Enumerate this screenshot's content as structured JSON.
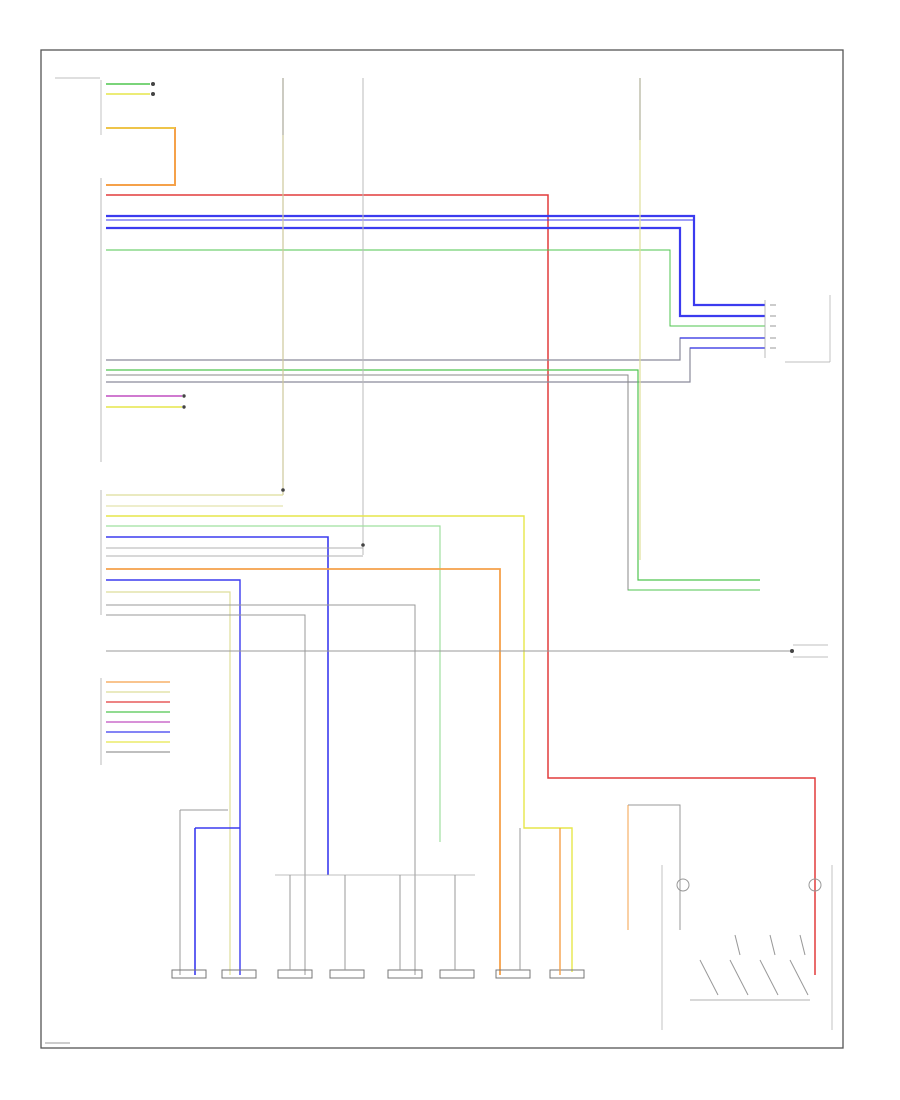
{
  "colors": {
    "frame": "#555555",
    "orange": "#f5a14a",
    "red": "#e23b3b",
    "blue": "#3b3bef",
    "green": "#4fc54f",
    "yellow": "#e6e64a",
    "gray": "#8a8a8a",
    "light_yellow": "#dede9a",
    "purple": "#c04fc0"
  },
  "labels": {
    "module_left": "",
    "fuse_a": "",
    "fuse_b": "",
    "fuse_c": "",
    "fuse_d": "",
    "right_connector": "",
    "antenna": "",
    "ground": "",
    "left_bottom": "",
    "footer": ""
  },
  "components": [
    {
      "id": "front-left-speaker",
      "label": ""
    },
    {
      "id": "passenger-door-speaker",
      "label": ""
    },
    {
      "id": "front-door-left-speaker",
      "label": ""
    },
    {
      "id": "front-door-right-speaker",
      "label": ""
    },
    {
      "id": "left-rear-door-speaker",
      "label": ""
    },
    {
      "id": "right-rear-door-speaker",
      "label": ""
    },
    {
      "id": "left-rear-speaker",
      "label": ""
    },
    {
      "id": "right-rear-speaker",
      "label": ""
    }
  ],
  "steering": {
    "label": "",
    "sublabel": ""
  }
}
